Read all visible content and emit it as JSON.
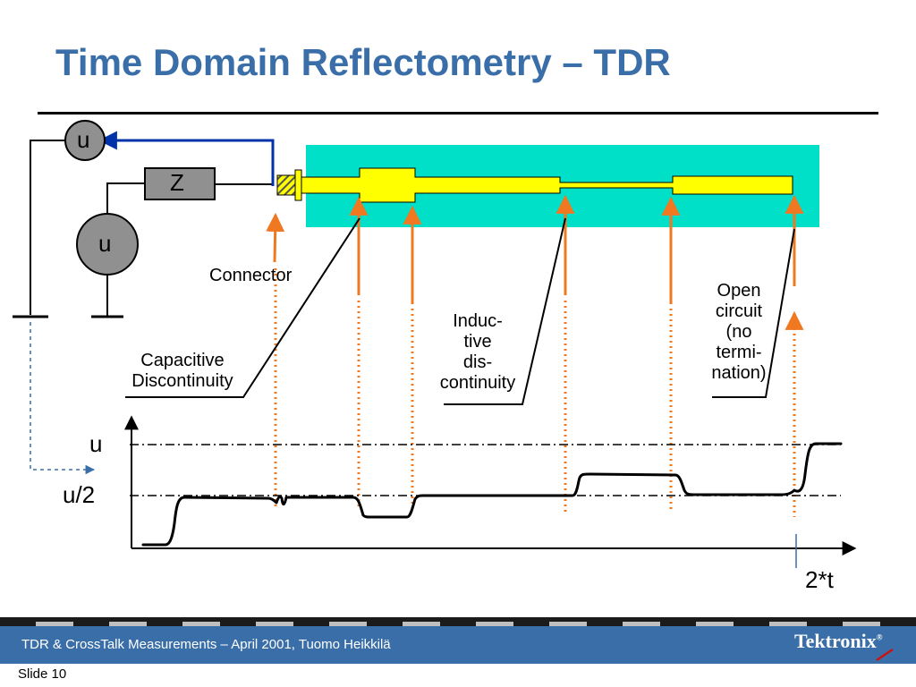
{
  "title": "Time Domain Reflectometry – TDR",
  "circuit": {
    "meter_label": "u",
    "impedance_label": "Z",
    "source_label": "u"
  },
  "annotations": {
    "connector": "Connector",
    "capacitive": [
      "Capacitive",
      "Discontinuity"
    ],
    "inductive": [
      "Induc-",
      "tive",
      "dis-",
      "continuity"
    ],
    "open": [
      "Open",
      "circuit",
      "(no",
      "termi-",
      "nation)"
    ]
  },
  "graph": {
    "y_upper_label": "u",
    "y_lower_label": "u/2",
    "x_label": "2*t"
  },
  "colors": {
    "title": "#3a6ea8",
    "board": "#00e0c8",
    "trace": "#ffff00",
    "arrow": "#f07820",
    "meter_wire": "#0033aa",
    "footer": "#3a6ea8"
  },
  "footer": {
    "text": "TDR & CrossTalk Measurements – April 2001, Tuomo Heikkilä",
    "logo": "Tektronix",
    "slide": "Slide 10"
  }
}
